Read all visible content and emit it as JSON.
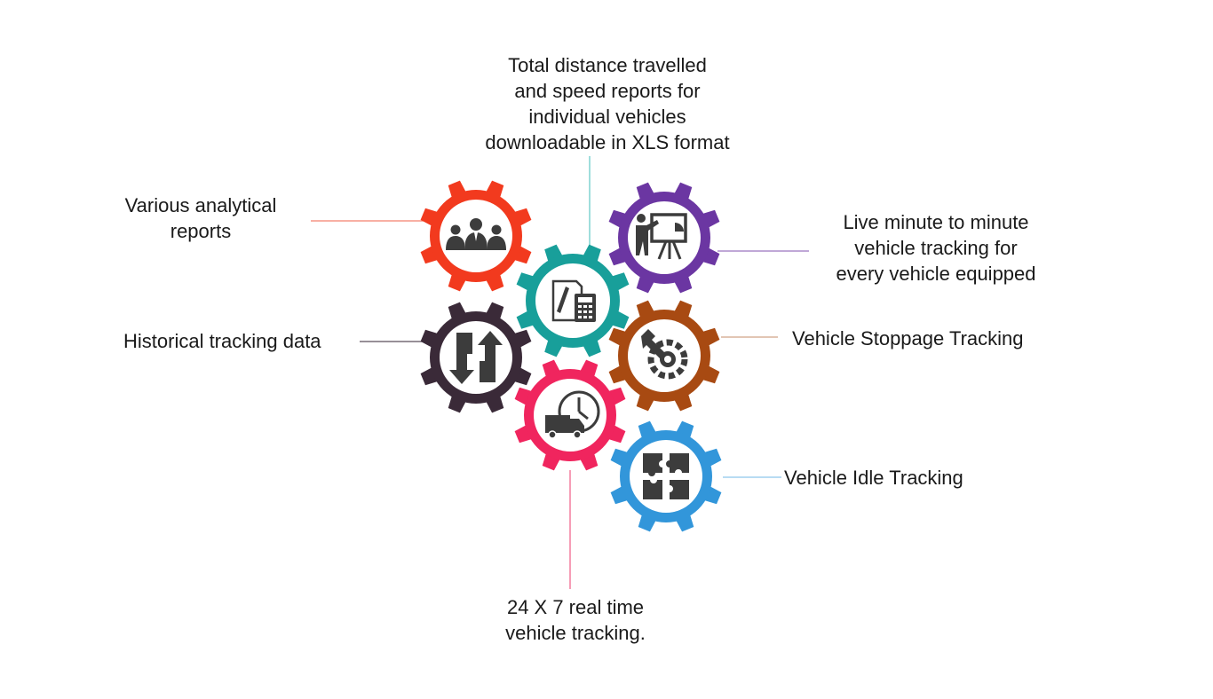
{
  "labels": {
    "total_distance": "Total distance travelled\nand speed reports for\nindividual vehicles\ndownloadable in XLS format",
    "analytical": "Various analytical\nreports",
    "live_tracking": "Live minute to minute\nvehicle tracking for\nevery vehicle equipped",
    "historical": "Historical tracking data",
    "stoppage": "Vehicle Stoppage Tracking",
    "idle": "Vehicle Idle Tracking",
    "realtime": "24 X 7 real time\nvehicle tracking."
  },
  "gears": [
    {
      "id": "analytical",
      "icon": "people-group-icon",
      "color": "#f23a1e"
    },
    {
      "id": "live",
      "icon": "presentation-board-icon",
      "color": "#6b36a2"
    },
    {
      "id": "reports",
      "icon": "document-calculator-icon",
      "color": "#189f9a"
    },
    {
      "id": "historical",
      "icon": "sync-arrows-icon",
      "color": "#3a2a38"
    },
    {
      "id": "stoppage",
      "icon": "wrench-gear-icon",
      "color": "#a84a12"
    },
    {
      "id": "realtime",
      "icon": "clock-truck-icon",
      "color": "#f0255e"
    },
    {
      "id": "idle",
      "icon": "puzzle-icon",
      "color": "#3296da"
    }
  ],
  "colors": {
    "icon_fill": "#3c3c3c",
    "inner_circle": "#ffffff",
    "line_total": "#5fc7c4",
    "line_analytical": "#f3806e",
    "line_live": "#9a75bf",
    "line_historical": "#5a4d5a",
    "line_stoppage": "#d0a487",
    "line_idle": "#8ec8ec",
    "line_realtime": "#f05c86"
  }
}
